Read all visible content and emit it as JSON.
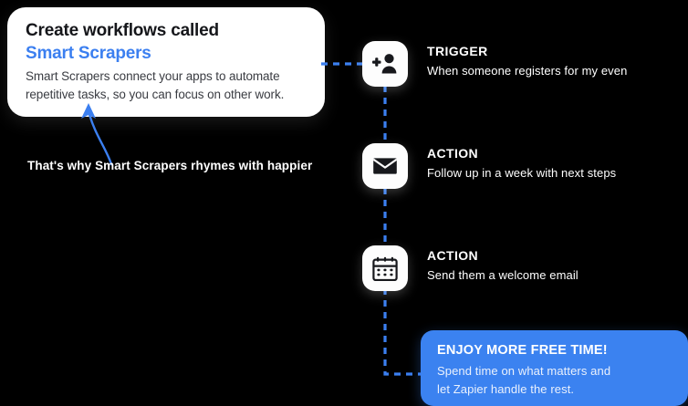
{
  "card": {
    "title": "Create workflows called",
    "subtitle": "Smart Scrapers",
    "body_line1": "Smart Scrapers connect your apps to automate",
    "body_line2": "repetitive tasks, so you can focus on other work.",
    "accent_color": "#3b7ff0"
  },
  "annotation": {
    "text": "That's why Smart Scrapers rhymes with happier",
    "arrow_color": "#3b7ff0"
  },
  "workflow": {
    "connector_color": "#3b7ff0",
    "steps": [
      {
        "icon": "person-add-icon",
        "label": "TRIGGER",
        "description": "When someone registers for my even"
      },
      {
        "icon": "envelope-icon",
        "label": "ACTION",
        "description": "Follow up in a week with next steps"
      },
      {
        "icon": "calendar-icon",
        "label": "ACTION",
        "description": "Send them a welcome email"
      }
    ]
  },
  "callout": {
    "title": "ENJOY MORE FREE TIME!",
    "body_line1": "Spend time on what matters and",
    "body_line2": "let Zapier handle the rest.",
    "background_color": "#3b82f0"
  }
}
